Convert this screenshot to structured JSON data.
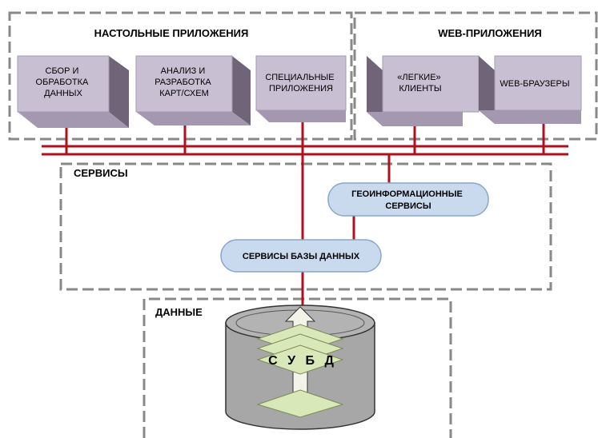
{
  "regions": {
    "desktop": {
      "title": "НАСТОЛЬНЫЕ ПРИЛОЖЕНИЯ"
    },
    "web": {
      "title": "WEB-ПРИЛОЖЕНИЯ"
    },
    "services": {
      "title": "СЕРВИСЫ"
    },
    "data": {
      "title": "ДАННЫЕ"
    }
  },
  "apps": {
    "collect": [
      "СБОР И",
      "ОБРАБОТКА",
      "ДАННЫХ"
    ],
    "analysis": [
      "АНАЛИЗ И",
      "РАЗРАБОТКА",
      "КАРТ/СХЕМ"
    ],
    "special": [
      "СПЕЦИАЛЬНЫЕ",
      "ПРИЛОЖЕНИЯ"
    ],
    "light": [
      "«ЛЕГКИЕ»",
      "КЛИЕНТЫ"
    ],
    "browsers": [
      "WEB-БРАУЗЕРЫ"
    ]
  },
  "services": {
    "geo": [
      "ГЕОИНФОРМАЦИОННЫЕ",
      "СЕРВИСЫ"
    ],
    "db": [
      "СЕРВИСЫ БАЗЫ ДАННЫХ"
    ]
  },
  "database": {
    "label": "С У Б Д"
  },
  "colors": {
    "connector": "#b0101c",
    "box_front": "#c8bfd2",
    "box_side": "#6f6478",
    "box_top": "#a498b0",
    "pill": "#c9daef",
    "cylinder": "#a7a7a7",
    "layer": "#d9e8b8",
    "dash": "#888888"
  }
}
